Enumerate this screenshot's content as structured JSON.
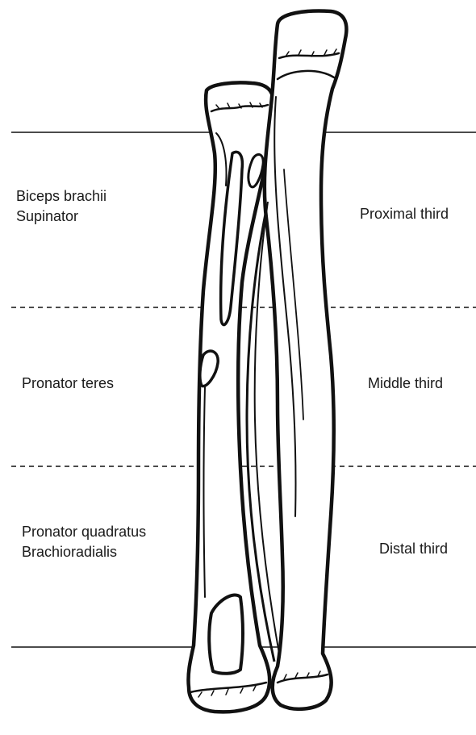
{
  "regions": [
    {
      "name": "Proximal third",
      "muscles": [
        "Biceps brachii",
        "Supinator"
      ]
    },
    {
      "name": "Middle third",
      "muscles": [
        "Pronator teres"
      ]
    },
    {
      "name": "Distal third",
      "muscles": [
        "Pronator quadratus",
        "Brachioradialis"
      ]
    }
  ],
  "colors": {
    "ink": "#111111",
    "background": "#ffffff"
  }
}
